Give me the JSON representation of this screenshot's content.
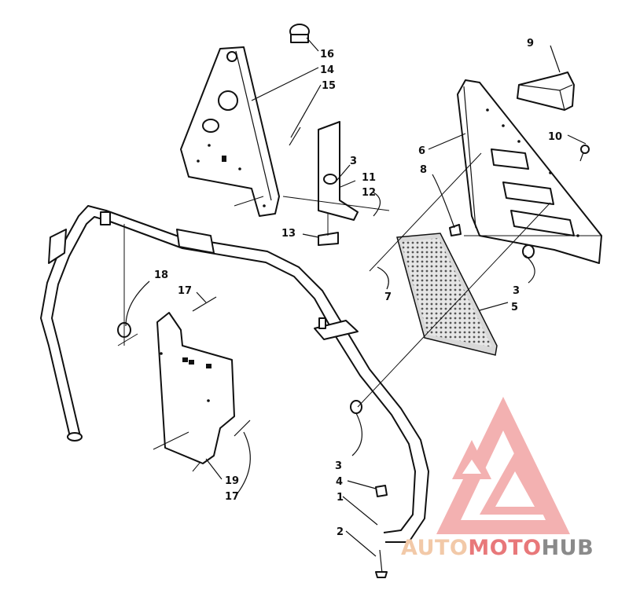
{
  "diagram": {
    "callouts": [
      {
        "id": "c16a",
        "text": "16"
      },
      {
        "id": "c14",
        "text": "14"
      },
      {
        "id": "c15",
        "text": "15"
      },
      {
        "id": "c9",
        "text": "9"
      },
      {
        "id": "c10",
        "text": "10"
      },
      {
        "id": "c6",
        "text": "6"
      },
      {
        "id": "c8",
        "text": "8"
      },
      {
        "id": "c3a",
        "text": "3"
      },
      {
        "id": "c11",
        "text": "11"
      },
      {
        "id": "c12",
        "text": "12"
      },
      {
        "id": "c13",
        "text": "13"
      },
      {
        "id": "c7",
        "text": "7"
      },
      {
        "id": "c3b",
        "text": "3"
      },
      {
        "id": "c5",
        "text": "5"
      },
      {
        "id": "c18",
        "text": "18"
      },
      {
        "id": "c17a",
        "text": "17"
      },
      {
        "id": "c3c",
        "text": "3"
      },
      {
        "id": "c4",
        "text": "4"
      },
      {
        "id": "c1",
        "text": "1"
      },
      {
        "id": "c2",
        "text": "2"
      },
      {
        "id": "c19",
        "text": "19"
      },
      {
        "id": "c17b",
        "text": "17"
      }
    ]
  },
  "watermark": {
    "word_part1": "AUTO",
    "word_part2": "MOTO",
    "word_part3": "HUB",
    "color_light": "#f2c9a8",
    "color_red": "#e8787a",
    "color_gray": "#8a8a8a"
  }
}
